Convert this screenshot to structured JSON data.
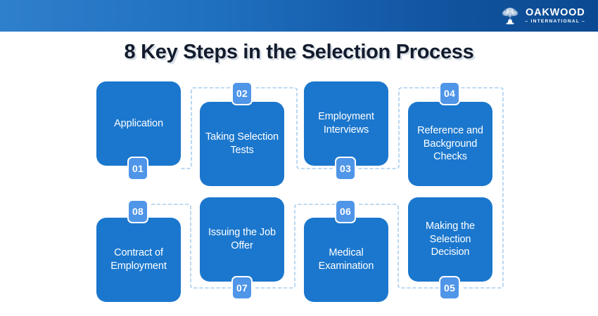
{
  "header": {
    "brand_name": "OAKWOOD",
    "brand_sub": "– INTERNATIONAL –",
    "logo_icon": "tree-icon",
    "gradient_from": "#2f80cc",
    "gradient_to": "#0b4a92"
  },
  "title": "8 Key Steps in the Selection Process",
  "colors": {
    "card_blue": "#1b77cd",
    "badge_blue": "#4f95e8",
    "connector_blue": "#a8cdef",
    "title_navy": "#121c2d",
    "background": "#ffffff"
  },
  "steps": [
    {
      "number": "01",
      "label": "Application",
      "badge_position": "bottom"
    },
    {
      "number": "02",
      "label": "Taking Selection Tests",
      "badge_position": "top"
    },
    {
      "number": "03",
      "label": "Employment Interviews",
      "badge_position": "bottom"
    },
    {
      "number": "04",
      "label": "Reference and Background Checks",
      "badge_position": "top"
    },
    {
      "number": "05",
      "label": "Making the Selection Decision",
      "badge_position": "bottom"
    },
    {
      "number": "06",
      "label": "Medical Examination",
      "badge_position": "top"
    },
    {
      "number": "07",
      "label": "Issuing the Job Offer",
      "badge_position": "bottom"
    },
    {
      "number": "08",
      "label": "Contract of Employment",
      "badge_position": "top"
    }
  ]
}
